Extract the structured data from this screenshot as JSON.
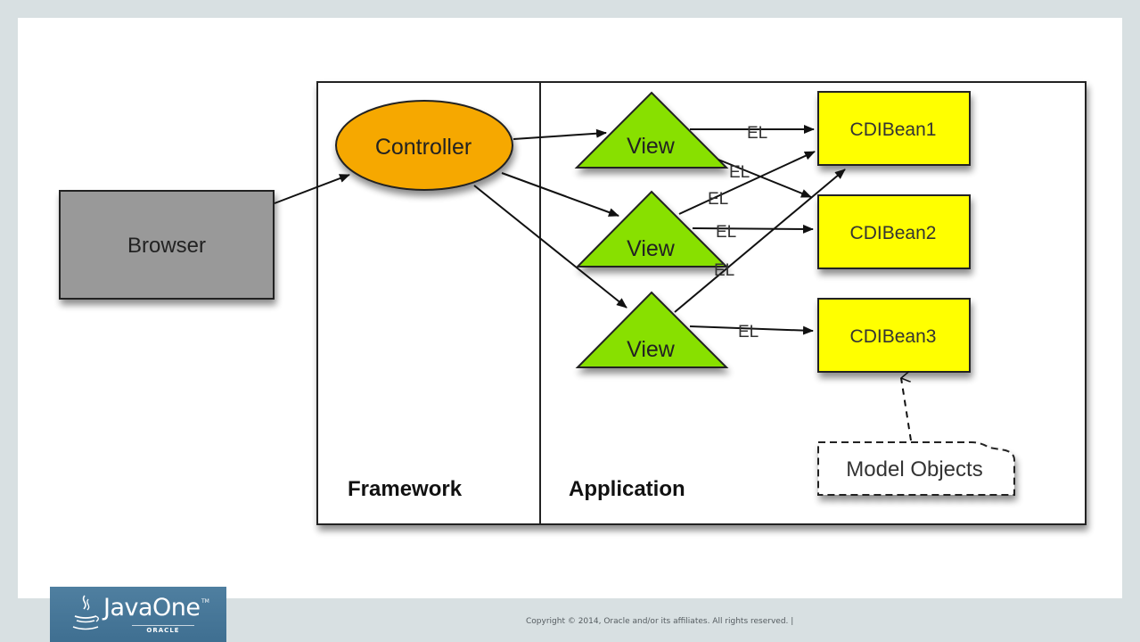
{
  "diagram": {
    "regions": {
      "framework_label": "Framework",
      "application_label": "Application"
    },
    "nodes": {
      "browser": {
        "label": "Browser",
        "color": "#999999"
      },
      "controller": {
        "label": "Controller",
        "color": "#f6a800"
      },
      "views": [
        {
          "label": "View",
          "color": "#88e000"
        },
        {
          "label": "View",
          "color": "#88e000"
        },
        {
          "label": "View",
          "color": "#88e000"
        }
      ],
      "beans": [
        {
          "label": "CDIBean1",
          "color": "#ffff00"
        },
        {
          "label": "CDIBean2",
          "color": "#ffff00"
        },
        {
          "label": "CDIBean3",
          "color": "#ffff00"
        }
      ],
      "model_objects": {
        "label": "Model Objects"
      }
    },
    "edges": [
      {
        "from": "Browser",
        "to": "Controller",
        "label": ""
      },
      {
        "from": "Controller",
        "to": "View 1",
        "label": ""
      },
      {
        "from": "Controller",
        "to": "View 2",
        "label": ""
      },
      {
        "from": "Controller",
        "to": "View 3",
        "label": ""
      },
      {
        "from": "View 1",
        "to": "CDIBean1",
        "label": "EL"
      },
      {
        "from": "View 1",
        "to": "CDIBean2",
        "label": "EL"
      },
      {
        "from": "View 2",
        "to": "CDIBean1",
        "label": "EL"
      },
      {
        "from": "View 2",
        "to": "CDIBean2",
        "label": "EL"
      },
      {
        "from": "View 3",
        "to": "CDIBean1",
        "label": "EL"
      },
      {
        "from": "View 3",
        "to": "CDIBean3",
        "label": "EL"
      },
      {
        "from": "Model Objects",
        "to": "CDIBean3",
        "label": "",
        "style": "dashed"
      }
    ]
  },
  "footer": {
    "logo_brand": "JavaOne",
    "logo_tm": "TM",
    "logo_sub": "ORACLE",
    "copyright": "Copyright © 2014, Oracle and/or its affiliates. All rights reserved.  |"
  }
}
